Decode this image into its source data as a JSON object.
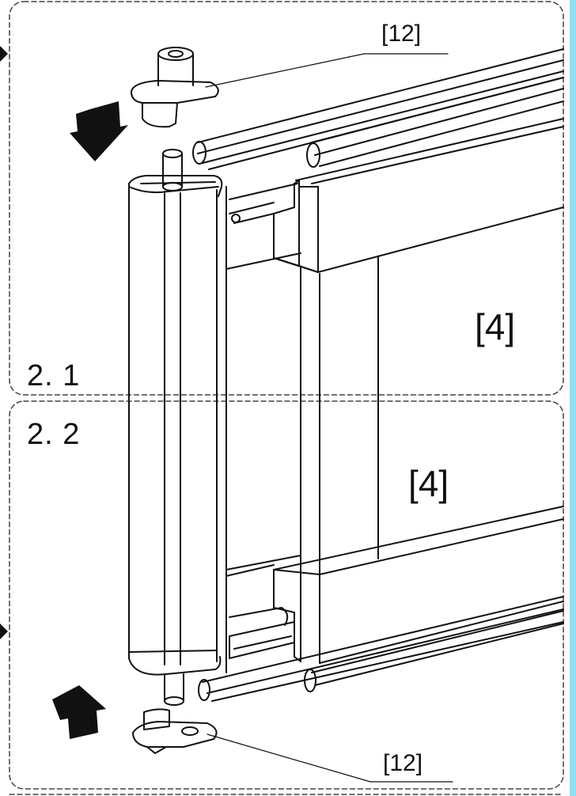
{
  "steps": {
    "top": "2. 1",
    "bottom": "2. 2"
  },
  "parts": {
    "panel_top": "[4]",
    "panel_bottom": "[4]",
    "pin_top": "[12]",
    "pin_bottom": "[12]"
  },
  "colors": {
    "line": "#111111",
    "frame_border": "#444444",
    "accent": "#8ee0f5",
    "arrow": "#111111"
  },
  "icons": {
    "top_arrow": "arrow-down-icon",
    "bottom_arrow": "arrow-up-icon"
  }
}
